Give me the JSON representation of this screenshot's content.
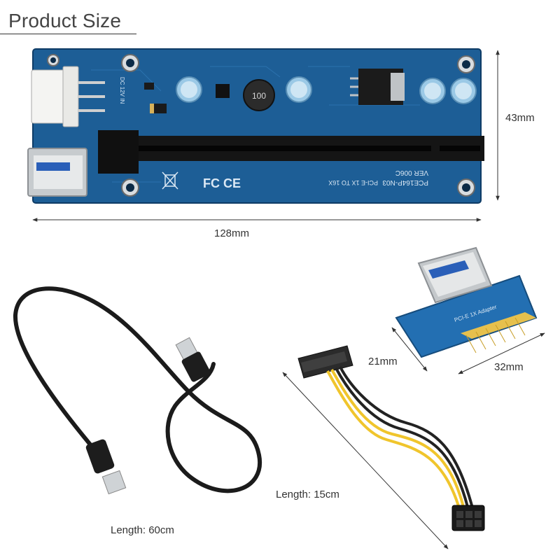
{
  "page": {
    "title": "Product Size"
  },
  "riser_board": {
    "width_label": "128mm",
    "height_label": "43mm",
    "model_text": "PCE164P-N03",
    "version_text": "VER 006C",
    "slot_text": "PCI-E 1X TO 16X",
    "inductor_text": "100",
    "power_text": "DC 12V IN"
  },
  "adapter": {
    "depth_label": "21mm",
    "width_label": "32mm",
    "adapter_text": "PCI-E 1X Adapter"
  },
  "usb_cable": {
    "length_label": "Length: 60cm"
  },
  "power_cable": {
    "length_label": "Length: 15cm"
  }
}
